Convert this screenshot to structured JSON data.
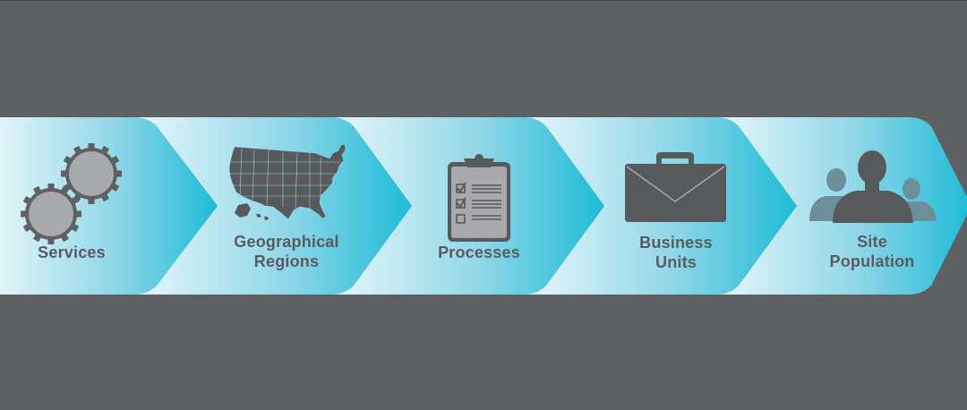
{
  "diagram": {
    "type": "chevron-process-flow",
    "colors": {
      "background": "#5f6062",
      "chevron_light": "#e8f6fa",
      "chevron_dark": "#1ebbd7",
      "icon_gray": "#58595b",
      "icon_light_gray": "#a7a9ac",
      "person_back": "#6d8f99"
    },
    "steps": [
      {
        "id": "services",
        "icon": "gears-icon",
        "label_lines": [
          "",
          "Services"
        ]
      },
      {
        "id": "geographical-regions",
        "icon": "usa-map-icon",
        "label_lines": [
          "Geographical",
          "Regions"
        ]
      },
      {
        "id": "processes",
        "icon": "clipboard-checklist-icon",
        "label_lines": [
          "",
          "Processes"
        ]
      },
      {
        "id": "business-units",
        "icon": "briefcase-icon",
        "label_lines": [
          "Business",
          "Units"
        ]
      },
      {
        "id": "site-population",
        "icon": "people-icon",
        "label_lines": [
          "Site",
          "Population"
        ]
      }
    ]
  }
}
